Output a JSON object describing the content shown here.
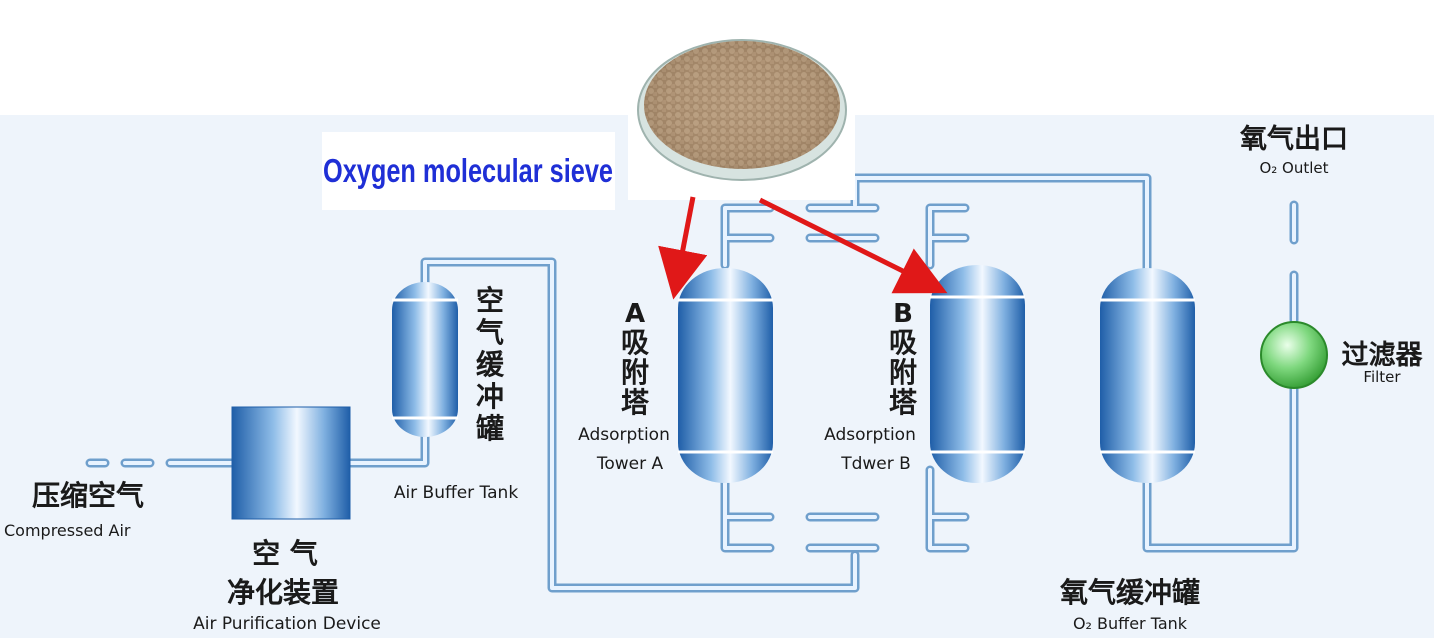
{
  "callout": {
    "label": "Oxygen molecular sieve",
    "label_color": "#1f2fd6",
    "arrow_color": "#e01818",
    "image": "molecular-sieve-beads-dish"
  },
  "components": {
    "compressed_air": {
      "zh": "压缩空气",
      "en": "Compressed Air"
    },
    "air_purification": {
      "zh_line1": "空 气",
      "zh_line2": "净化装置",
      "en": "Air Purification Device"
    },
    "air_buffer_tank": {
      "zh": [
        "空",
        "气",
        "缓",
        "冲",
        "罐"
      ],
      "en": "Air Buffer Tank"
    },
    "tower_a": {
      "zh": [
        "A",
        "吸",
        "附",
        "塔"
      ],
      "en_line1": "Adsorption",
      "en_line2": "Tower A"
    },
    "tower_b": {
      "zh": [
        "B",
        "吸",
        "附",
        "塔"
      ],
      "en_line1": "Adsorption",
      "en_line2": "Tdwer B"
    },
    "o2_buffer_tank": {
      "zh": "氧气缓冲罐",
      "en": "O₂ Buffer Tank"
    },
    "filter": {
      "zh": "过滤器",
      "en": "Filter"
    },
    "o2_outlet": {
      "zh": "氧气出口",
      "en": "O₂ Outlet"
    }
  },
  "colors": {
    "pipe_outer": "#6f9fcc",
    "pipe_inner": "#e8f3ff",
    "tank_dark": "#1f5ea8",
    "tank_light": "#f2f8ff",
    "filter_green": "#4cc24c",
    "band_background": "#eef4fb"
  }
}
